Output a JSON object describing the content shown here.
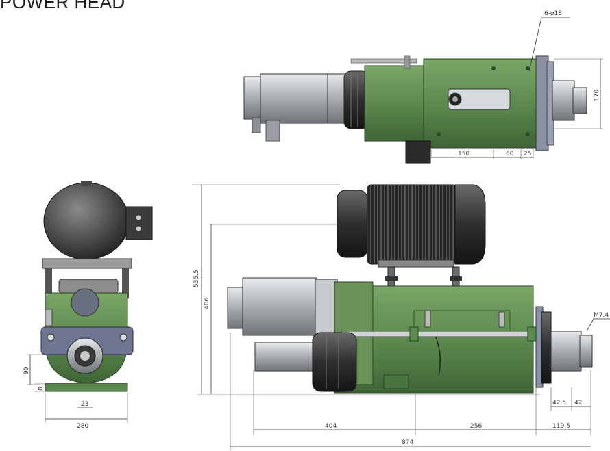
{
  "title": "POWER HEAD",
  "colors": {
    "housing_green": "#5d8a4e",
    "motor_dark": "#3a3a3a",
    "steel": "#b8bcc0",
    "plate_blue": "#6e7590"
  },
  "dims": {
    "holes": "6-ø18",
    "d150": "150",
    "d60": "60",
    "d25": "25",
    "d170": "170",
    "d535": "535.5",
    "d406": "406",
    "d404": "404",
    "d256": "256",
    "d119": "119.5",
    "d874": "874",
    "d42a": "42.5",
    "d42b": "42",
    "thread": "M7.4",
    "d90": "90",
    "d8": "8",
    "d23": "23",
    "d280": "280"
  }
}
